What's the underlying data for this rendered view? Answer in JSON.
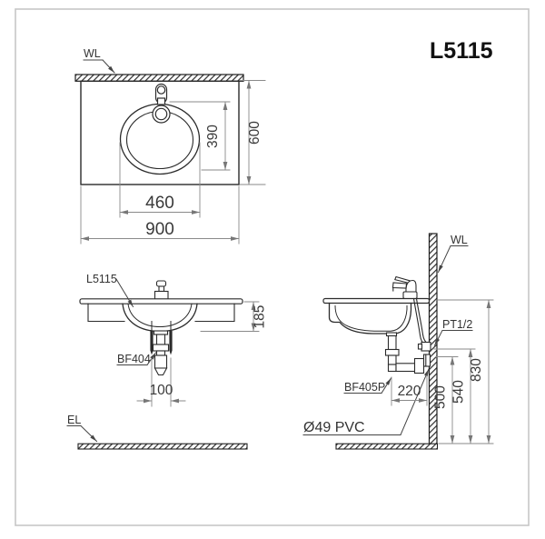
{
  "page": {
    "title": "L5115"
  },
  "colors": {
    "line": "#2b2b2b",
    "dim_line": "#8a8a8a",
    "dim_text": "#3a3a3a",
    "label_text": "#333333",
    "frame": "#c6c6c6",
    "hatch": "#2e2e2e"
  },
  "labels": {
    "plan_wall": "WL",
    "section_wall": "WL",
    "floor": "EL",
    "model_callout": "L5115",
    "front_drain": "BF404",
    "side_trap": "BF405P",
    "supply_thread": "PT1/2",
    "drain_pipe": "Ø49 PVC"
  },
  "dimensions": {
    "plan": {
      "counter_width": "900",
      "counter_depth": "600",
      "basin_width": "460",
      "basin_depth": "390"
    },
    "front": {
      "bowl_depth": "185",
      "supply_spacing": "100"
    },
    "side": {
      "trap_to_wall": "220",
      "drain_outlet_height": "500",
      "supply_height": "540",
      "counter_height": "830"
    }
  }
}
